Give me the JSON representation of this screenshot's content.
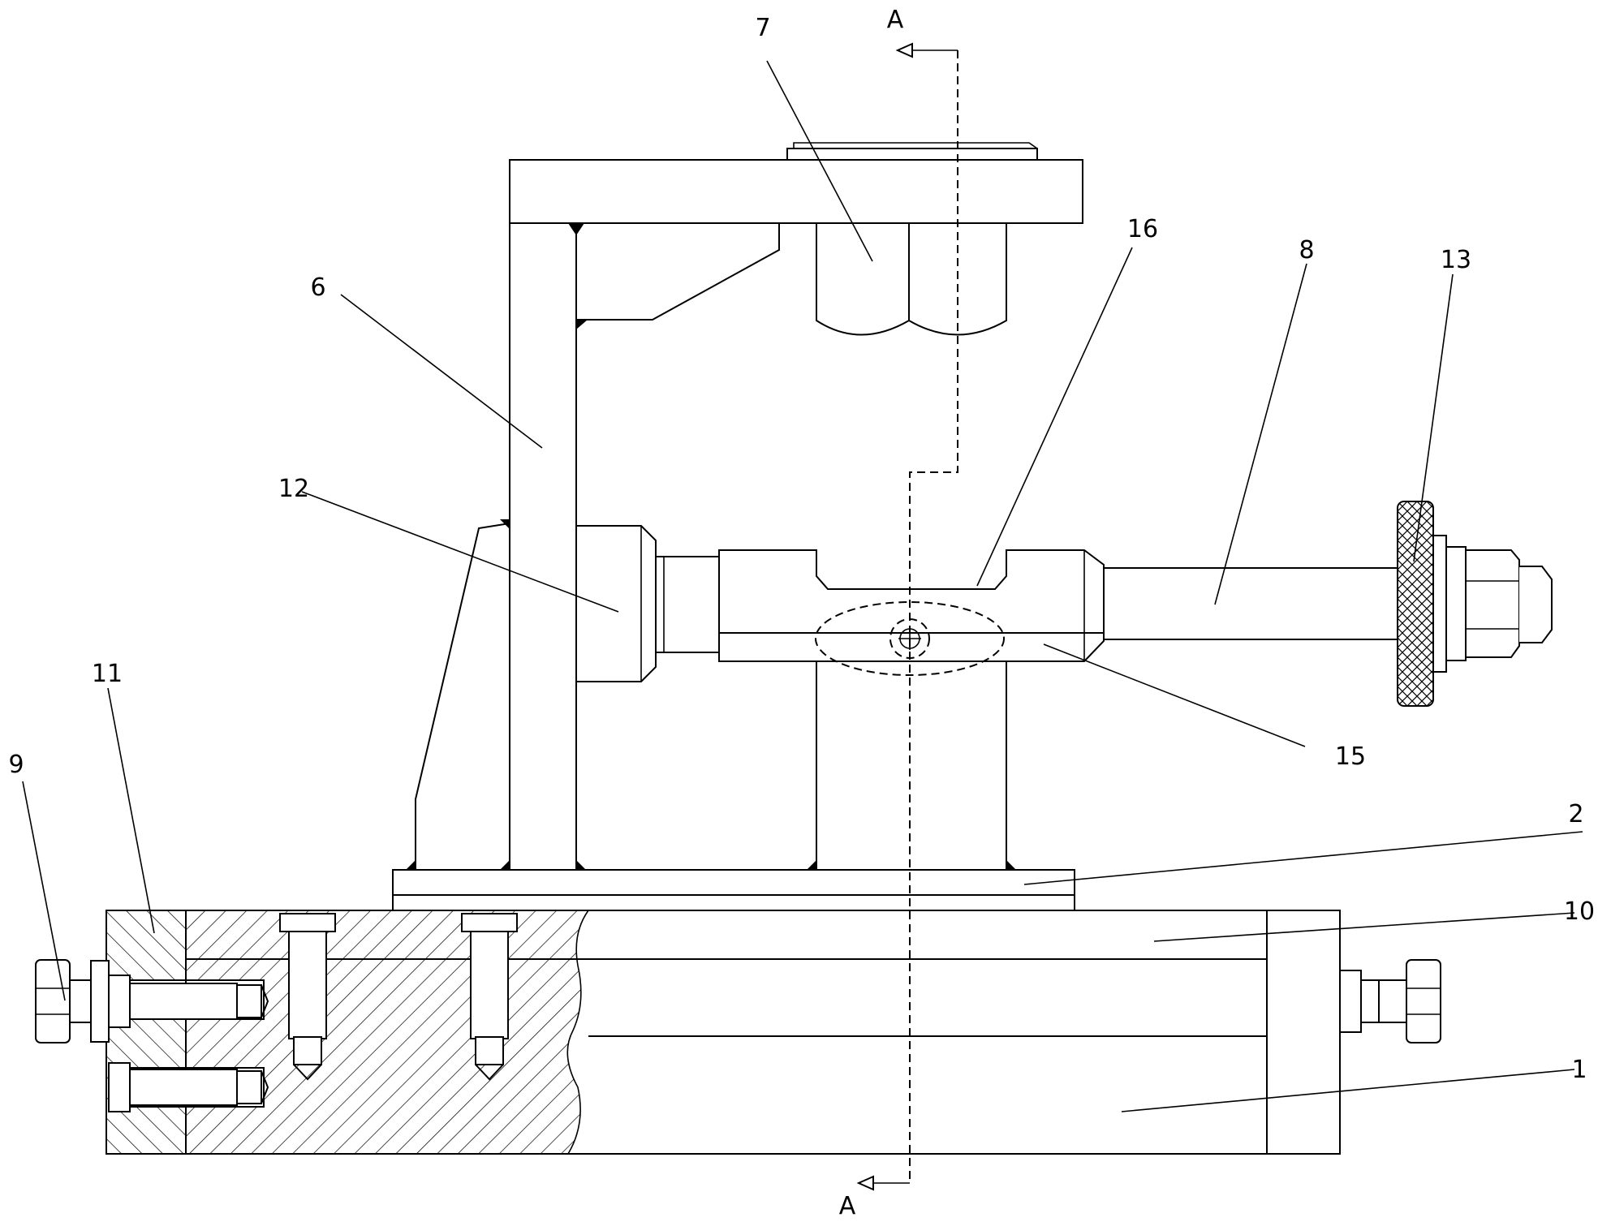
{
  "section": {
    "top_label": "A",
    "bottom_label": "A"
  },
  "part_labels": [
    {
      "id": "7",
      "text": "7"
    },
    {
      "id": "6",
      "text": "6"
    },
    {
      "id": "16",
      "text": "16"
    },
    {
      "id": "8",
      "text": "8"
    },
    {
      "id": "13",
      "text": "13"
    },
    {
      "id": "12",
      "text": "12"
    },
    {
      "id": "11",
      "text": "11"
    },
    {
      "id": "9",
      "text": "9"
    },
    {
      "id": "15",
      "text": "15"
    },
    {
      "id": "2",
      "text": "2"
    },
    {
      "id": "10",
      "text": "10"
    },
    {
      "id": "1",
      "text": "1"
    }
  ],
  "colors": {
    "line": "#000000",
    "background": "#ffffff"
  }
}
